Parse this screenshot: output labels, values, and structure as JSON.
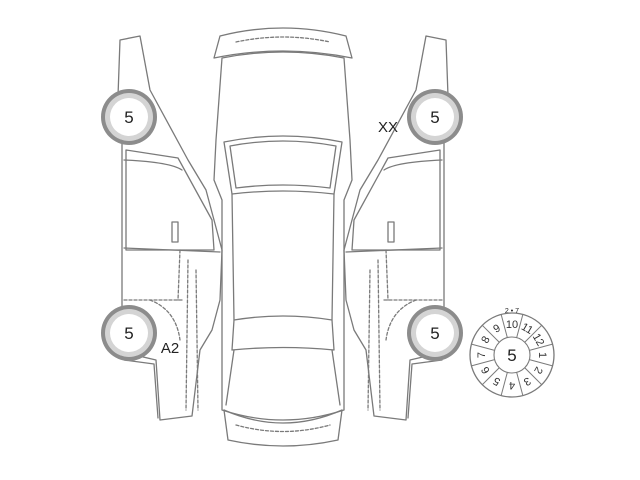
{
  "colors": {
    "line": "#7a7a7a",
    "tire_outer": "#8c8c8c",
    "tire_inner": "#d4d4d4",
    "text": "#222222",
    "background": "#ffffff"
  },
  "wheels": [
    {
      "id": "left-front",
      "value": "5"
    },
    {
      "id": "left-rear",
      "value": "5"
    },
    {
      "id": "right-front",
      "value": "5"
    },
    {
      "id": "right-rear",
      "value": "5"
    }
  ],
  "damage_marks": [
    {
      "id": "right-front-fender",
      "code": "XX"
    },
    {
      "id": "left-rear-wheel-arch",
      "code": "A2"
    }
  ],
  "inspection_sticker": {
    "center_value": "5",
    "year_text": "2 • 7",
    "months": [
      "10",
      "11",
      "12",
      "1",
      "2",
      "3",
      "4",
      "5",
      "6",
      "7",
      "8",
      "9"
    ]
  }
}
